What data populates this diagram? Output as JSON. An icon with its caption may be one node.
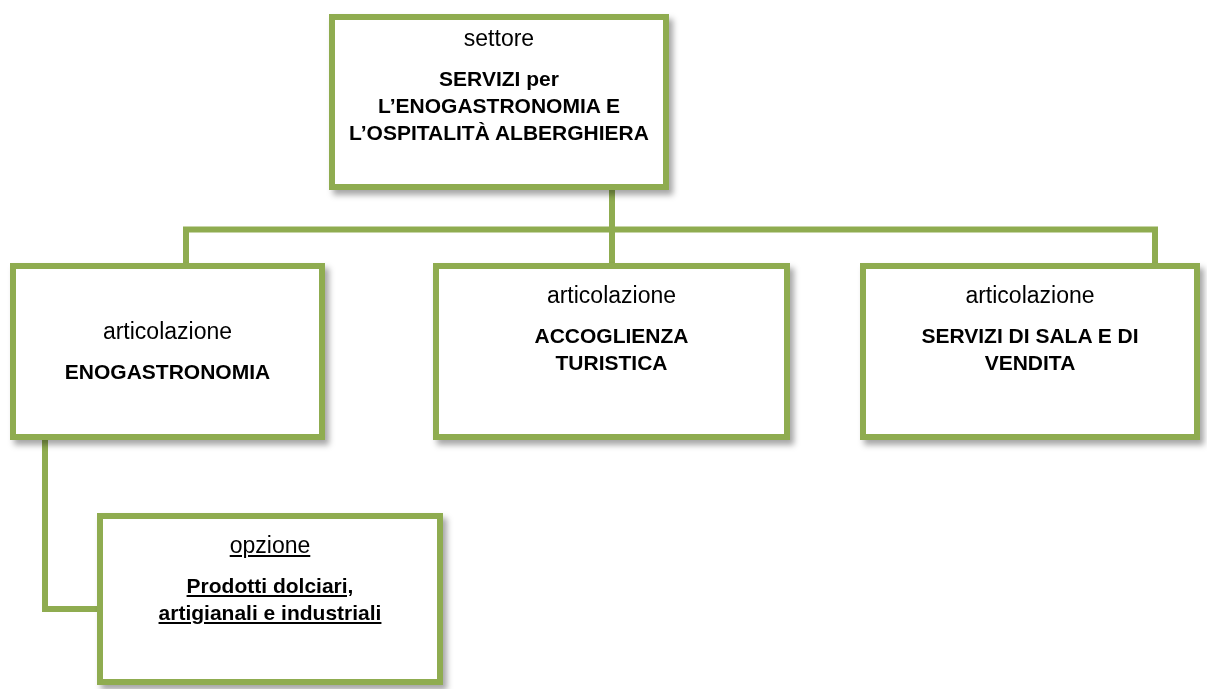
{
  "diagram": {
    "nodes": [
      {
        "text": [
          "settore",
          "SERVIZI per L’ENOGASTRONOMIA E L’OSPITALITÀ ALBERGHIERA"
        ]
      },
      {
        "text": [
          "articolazione",
          "ENOGASTRONOMIA"
        ]
      },
      {
        "text": [
          "articolazione",
          "ACCOGLIENZA TURISTICA"
        ]
      },
      {
        "text": [
          "articolazione",
          "SERVIZI DI SALA E DI VENDITA"
        ]
      },
      {
        "text": [
          "opzione",
          "Prodotti dolciari, artigianali e industriali"
        ]
      }
    ],
    "edges": [
      {
        "from": 0,
        "to": 1,
        "arrow": "none"
      },
      {
        "from": 0,
        "to": 2,
        "arrow": "none"
      },
      {
        "from": 0,
        "to": 3,
        "arrow": "none"
      },
      {
        "from": 1,
        "to": 4,
        "arrow": "none"
      }
    ]
  }
}
